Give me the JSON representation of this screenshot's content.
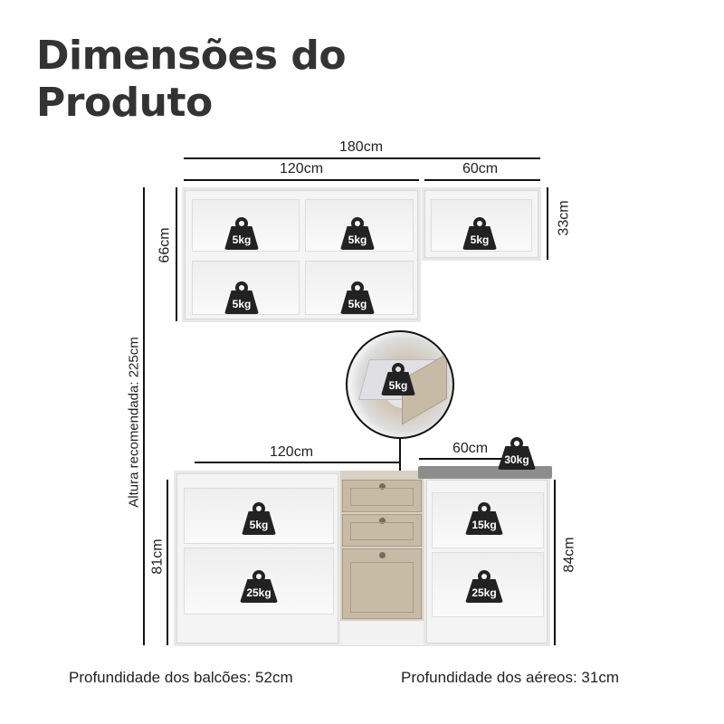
{
  "title_line1": "Dimensões do",
  "title_line2": "Produto",
  "dimensions": {
    "total_width": "180cm",
    "upper_left_width": "120cm",
    "upper_right_width": "60cm",
    "upper_left_height": "66cm",
    "upper_right_height": "33cm",
    "recommended_height": "Altura recomendada: 225cm",
    "lower_left_width": "120cm",
    "lower_right_width": "60cm",
    "lower_left_height": "81cm",
    "lower_right_height": "84cm"
  },
  "weights": {
    "upper_1": "5kg",
    "upper_2": "5kg",
    "upper_3": "5kg",
    "upper_4": "5kg",
    "upper_5": "5kg",
    "drawer": "5kg",
    "countertop": "30kg",
    "lower_left_top": "5kg",
    "lower_left_bottom": "25kg",
    "lower_right_top": "15kg",
    "lower_right_bottom": "25kg"
  },
  "footer": {
    "counter_depth": "Profundidade dos balcões: 52cm",
    "upper_depth": "Profundidade dos aéreos: 31cm"
  }
}
